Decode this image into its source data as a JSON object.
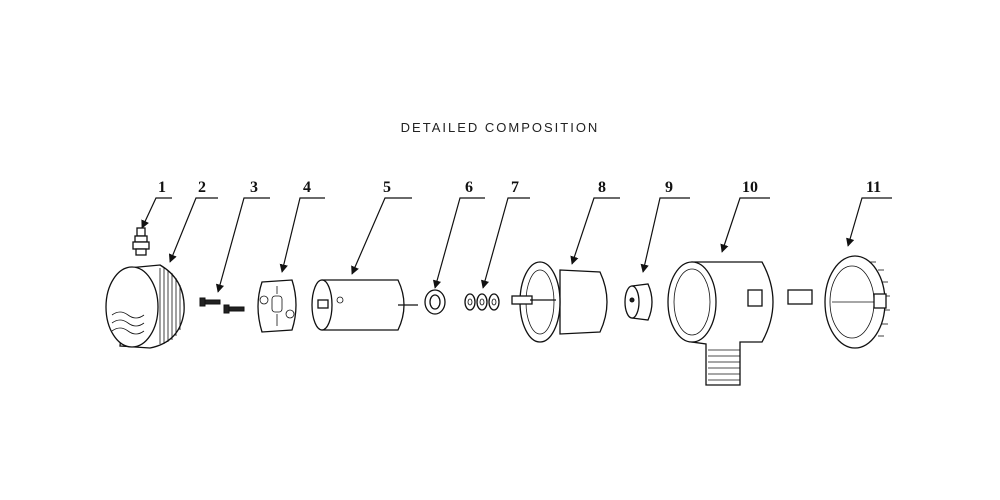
{
  "title": "DETAILED COMPOSITION",
  "labels": [
    "1",
    "2",
    "3",
    "4",
    "5",
    "6",
    "7",
    "8",
    "9",
    "10",
    "11"
  ]
}
